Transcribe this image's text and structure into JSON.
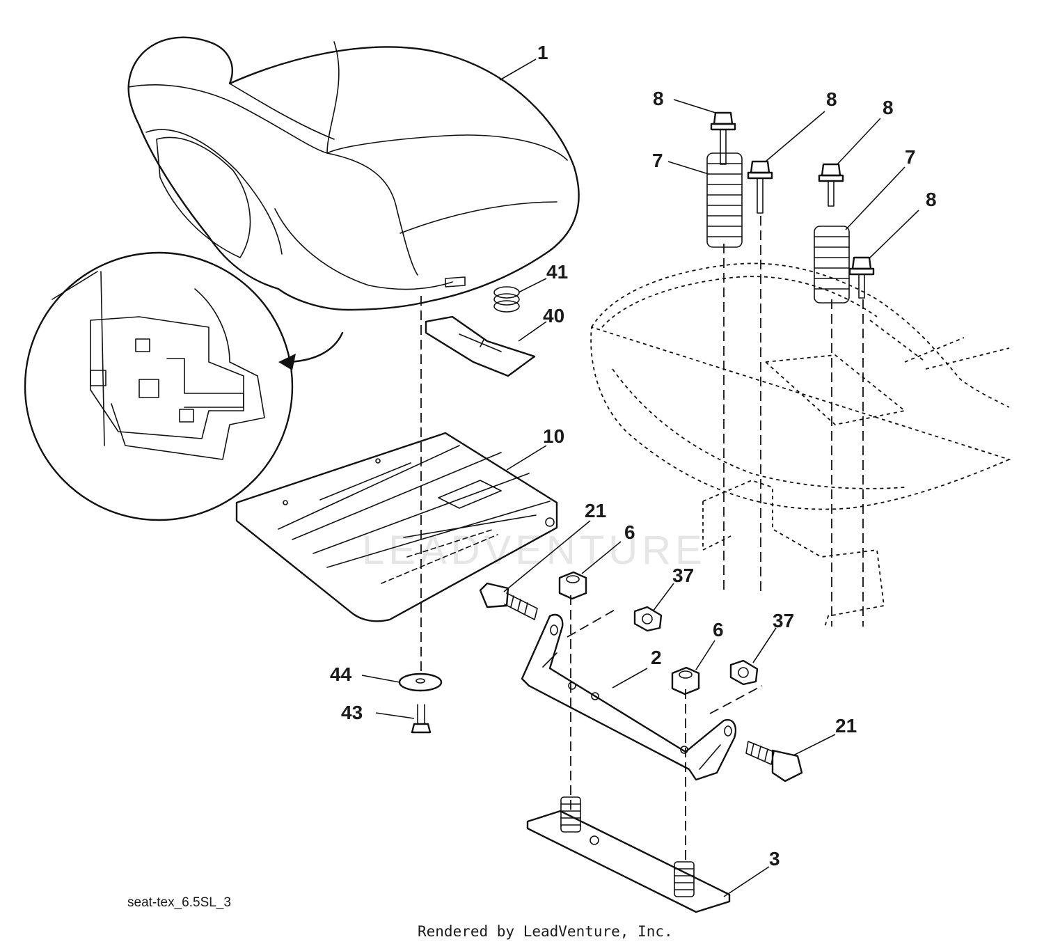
{
  "diagram": {
    "drawing_code": "seat-tex_6.5SL_3",
    "credit": "Rendered by LeadVenture, Inc.",
    "watermark": "LEADVENTURE"
  },
  "callouts": [
    {
      "id": "seat",
      "label": "1"
    },
    {
      "id": "bolt-a",
      "label": "8"
    },
    {
      "id": "bolt-b",
      "label": "8"
    },
    {
      "id": "bolt-c",
      "label": "8"
    },
    {
      "id": "bolt-d",
      "label": "8"
    },
    {
      "id": "spring-a",
      "label": "7"
    },
    {
      "id": "spring-b",
      "label": "7"
    },
    {
      "id": "small-spring",
      "label": "41"
    },
    {
      "id": "switch-clip",
      "label": "40"
    },
    {
      "id": "seat-pan",
      "label": "10"
    },
    {
      "id": "shoulder-bolt-a",
      "label": "21"
    },
    {
      "id": "shoulder-bolt-b",
      "label": "21"
    },
    {
      "id": "nut-a",
      "label": "6"
    },
    {
      "id": "nut-b",
      "label": "6"
    },
    {
      "id": "hex-nut-a",
      "label": "37"
    },
    {
      "id": "hex-nut-b",
      "label": "37"
    },
    {
      "id": "bracket",
      "label": "2"
    },
    {
      "id": "washer",
      "label": "44"
    },
    {
      "id": "screw",
      "label": "43"
    },
    {
      "id": "plate",
      "label": "3"
    }
  ]
}
